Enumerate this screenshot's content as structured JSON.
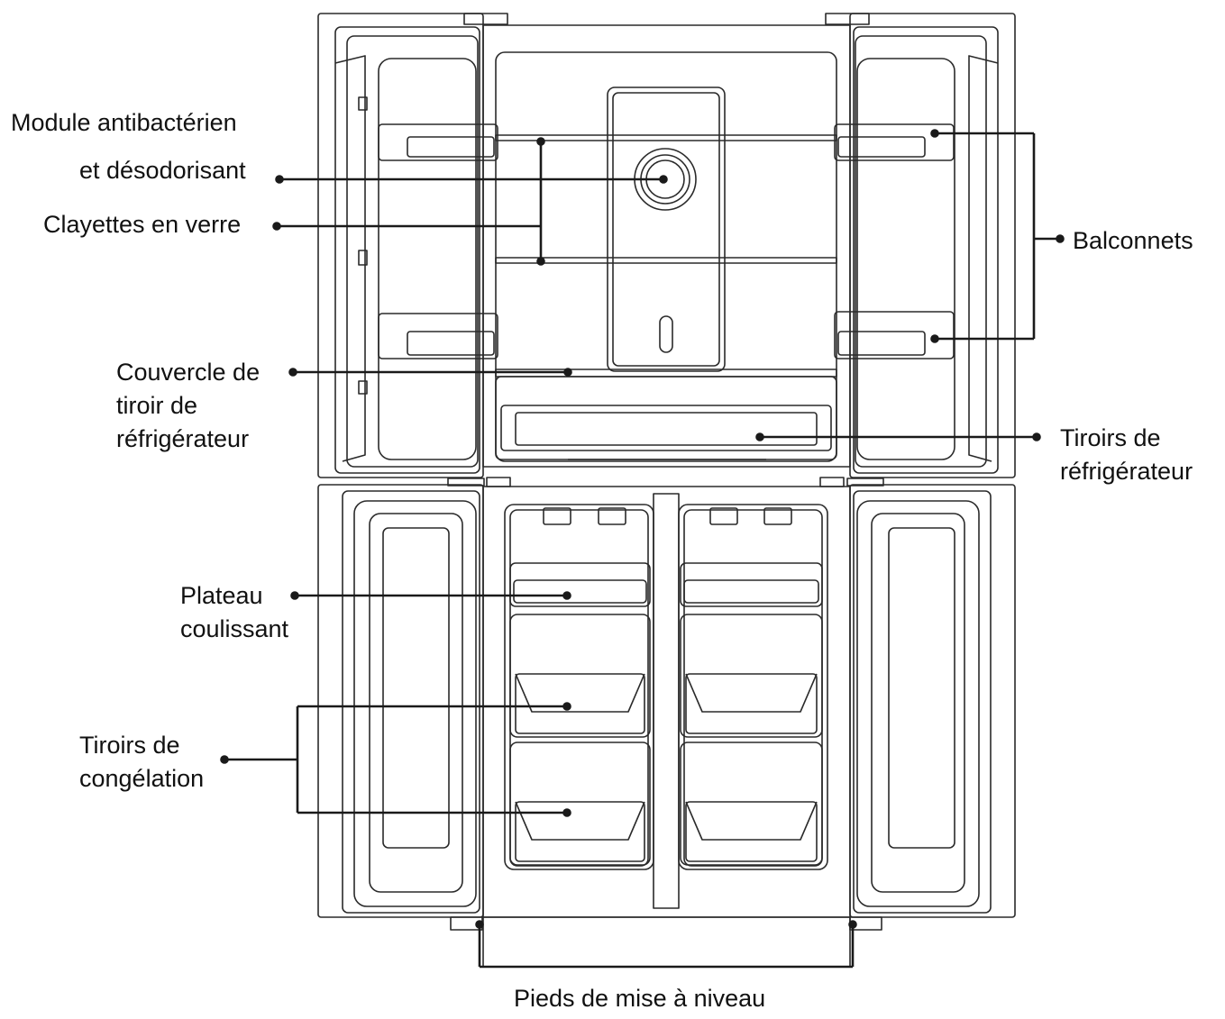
{
  "diagram": {
    "labels": {
      "module": [
        "Module antibactérien",
        "et désodorisant"
      ],
      "clayettes": "Clayettes en verre",
      "couvercle": [
        "Couvercle de",
        "tiroir de",
        "réfrigérateur"
      ],
      "plateau": [
        "Plateau",
        "coulissant"
      ],
      "tiroirs_congelation": [
        "Tiroirs de",
        "congélation"
      ],
      "balconnets": "Balconnets",
      "tiroirs_refrigerateur": [
        "Tiroirs de",
        "réfrigérateur"
      ],
      "pieds": "Pieds de mise à niveau"
    },
    "colors": {
      "line": "#1a1a1a",
      "text": "#111111",
      "background": "#ffffff"
    }
  }
}
